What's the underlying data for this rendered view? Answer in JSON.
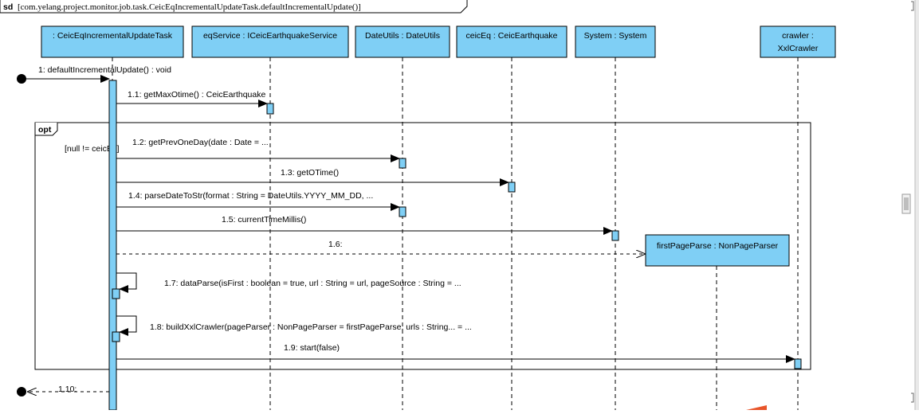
{
  "diagram": {
    "frame_keyword": "sd",
    "frame_title": "[com.yelang.project.monitor.job.task.CeicEqIncrementalUpdateTask.defaultIncrementalUpdate()]",
    "colors": {
      "participant_fill": "#7fcff5",
      "line": "#000000",
      "scroll_accent": "#e8552a"
    },
    "participants": [
      {
        "id": "task",
        "label": ": CeicEqIncrementalUpdateTask"
      },
      {
        "id": "eqService",
        "label": "eqService : ICeicEarthquakeService"
      },
      {
        "id": "dateUtils",
        "label": "DateUtils : DateUtils"
      },
      {
        "id": "ceicEq",
        "label": "ceicEq : CeicEarthquake"
      },
      {
        "id": "system",
        "label": "System : System"
      },
      {
        "id": "crawler",
        "label_line1": "crawler :",
        "label_line2": "XxlCrawler"
      },
      {
        "id": "firstPageParse",
        "label": "firstPageParse : NonPageParser"
      }
    ],
    "messages": {
      "m1": "1: defaultIncrementalUpdate() : void",
      "m1_1": "1.1: getMaxOtime() : CeicEarthquake",
      "m1_2": "1.2: getPrevOneDay(date : Date = ...",
      "m1_3": "1.3: getOTime()",
      "m1_4": "1.4: parseDateToStr(format : String = DateUtils.YYYY_MM_DD, ...",
      "m1_5": "1.5: currentTimeMillis()",
      "m1_6": "1.6:",
      "m1_7": "1.7: dataParse(isFirst : boolean = true, url : String = url, pageSource : String = ...",
      "m1_8": "1.8: buildXxlCrawler(pageParser : NonPageParser = firstPageParse, urls : String... = ...",
      "m1_9": "1.9: start(false)",
      "m1_10": "1.10:"
    },
    "fragment": {
      "operator": "opt",
      "guard": "[null != ceicEq]"
    }
  }
}
